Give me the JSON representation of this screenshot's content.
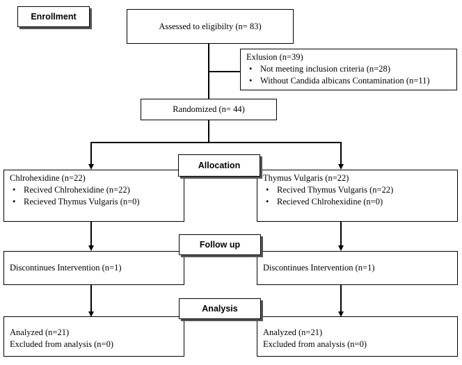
{
  "enrollment_label": "Enrollment",
  "assessed": "Assessed to eligibilty (n= 83)",
  "exclusion": {
    "title": "Exlusion (n=39)",
    "items": [
      "Not meeting inclusion criteria (n=28)",
      "Without Candida albicans Contamination (n=11)"
    ]
  },
  "randomized": "Randomized (n= 44)",
  "allocation_label": "Allocation",
  "followup_label": "Follow up",
  "analysis_label": "Analysis",
  "left_arm": {
    "title": "Chlrohexidine (n=22)",
    "items": [
      "Recived Chlrohexidine (n=22)",
      "Recieved Thymus Vulgaris (n=0)"
    ],
    "followup": "Discontinues Intervention (n=1)",
    "analyzed": "Analyzed (n=21)",
    "excluded": "Excluded from analysis (n=0)"
  },
  "right_arm": {
    "title": "Thymus Vulgaris (n=22)",
    "items": [
      "Recived Thymus Vulgaris (n=22)",
      "Recieved Chlrohexidine (n=0)"
    ],
    "followup": "Discontinues Intervention (n=1)",
    "analyzed": "Analyzed (n=21)",
    "excluded": "Excluded from analysis (n=0)"
  }
}
